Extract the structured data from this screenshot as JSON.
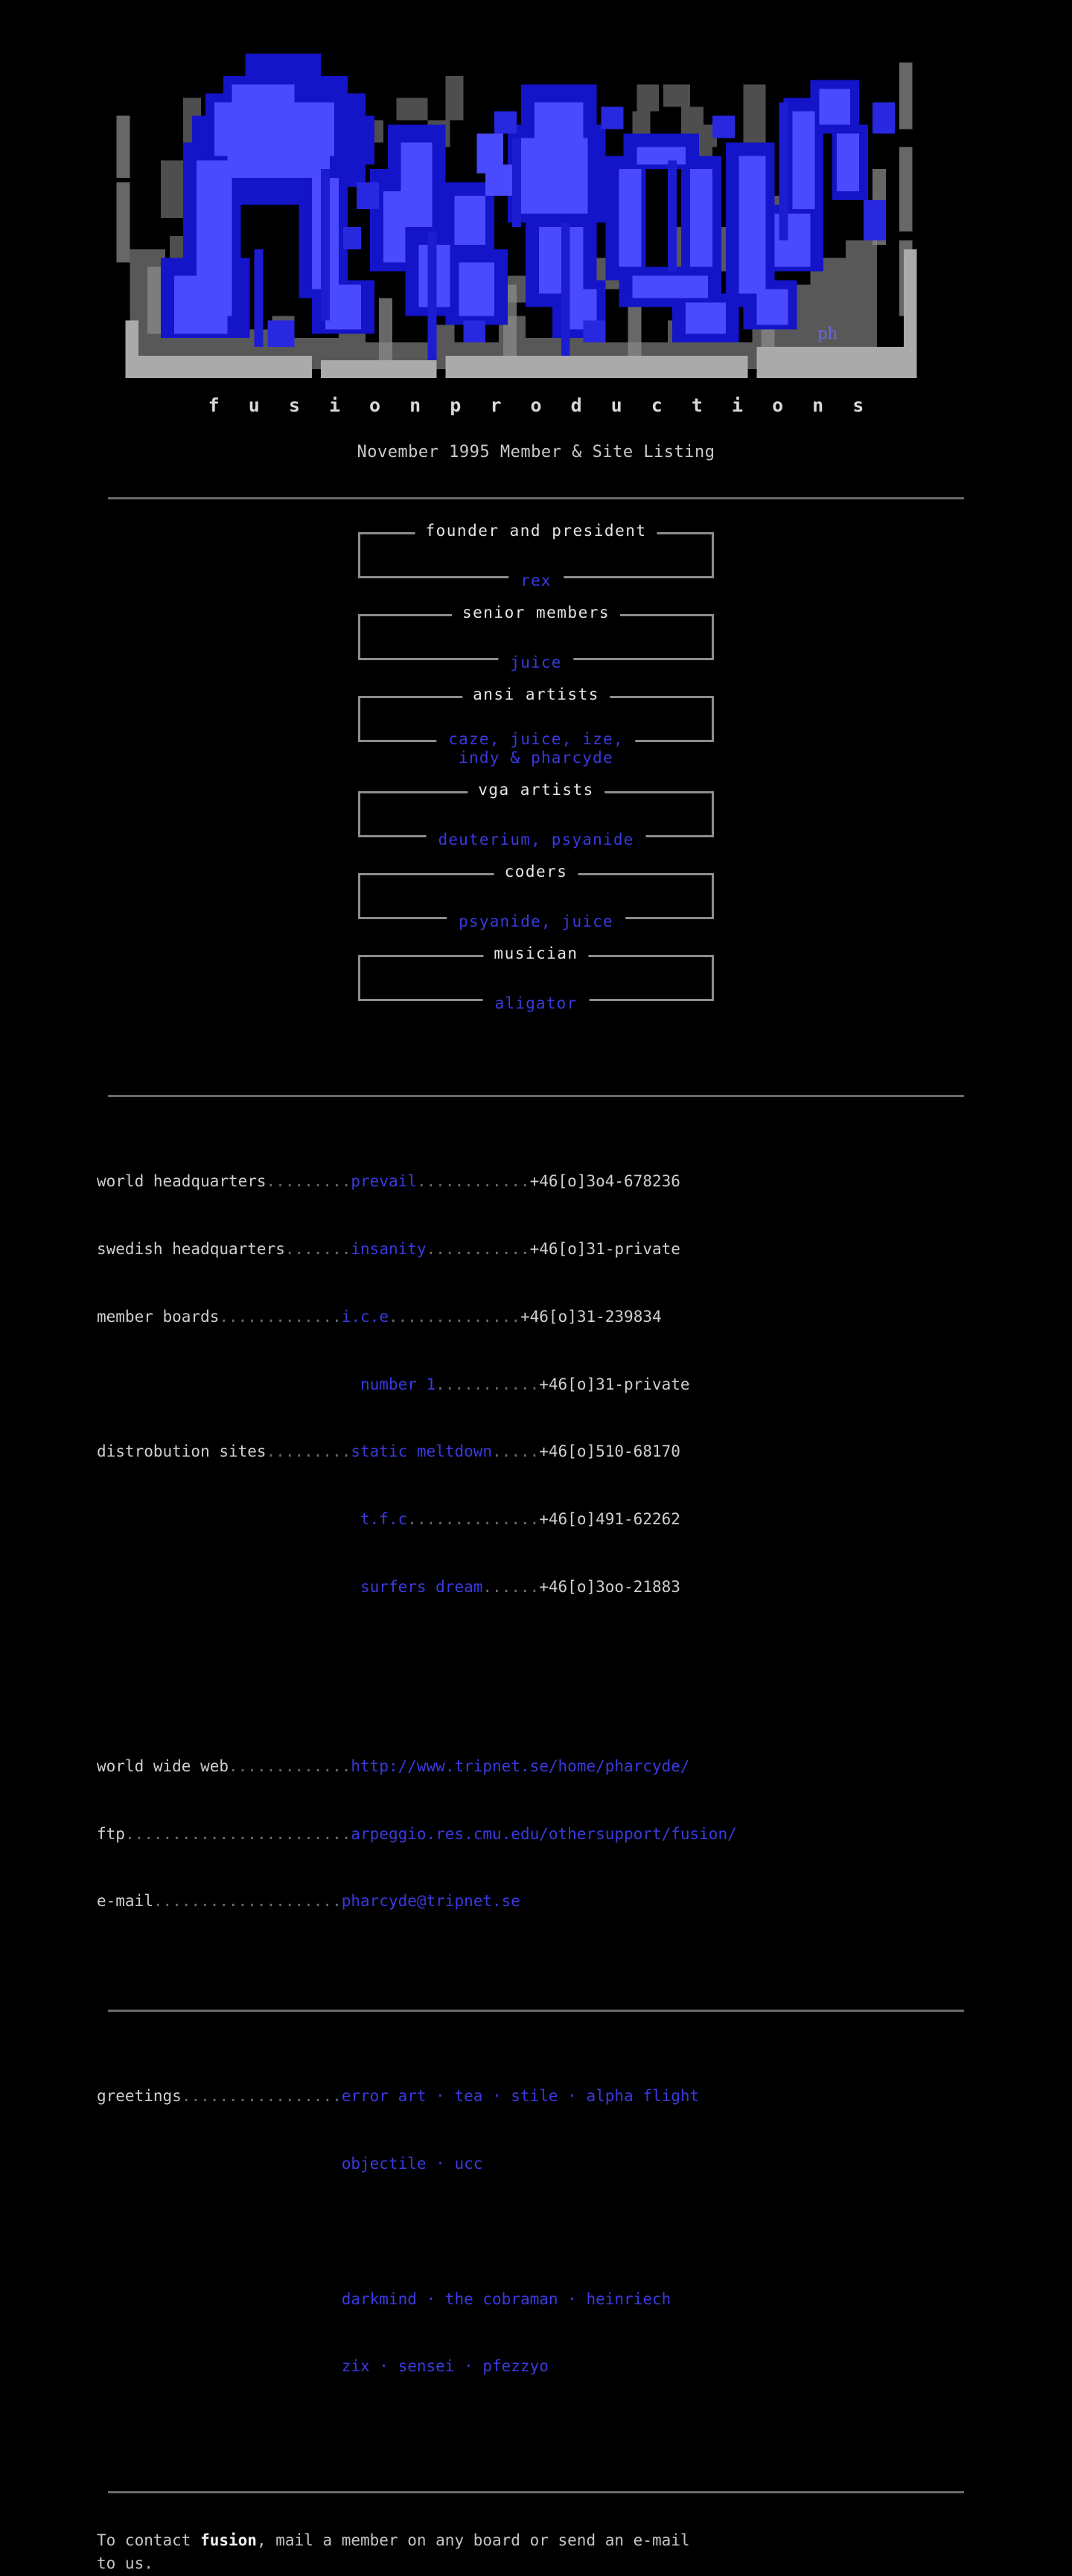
{
  "site": {
    "brand": "f u s i o n   p r o d u c t i o n s",
    "subtitle": "November 1995 Member & Site Listing",
    "logo_signature": "ph",
    "logo_alt": "fusion ansi graffiti logo",
    "colors": {
      "background": "#000000",
      "text": "#c9c9c9",
      "accent_blue": "#3a3ae0",
      "logo_blue_light": "#4a4aff",
      "logo_blue_dark": "#1414c8",
      "gray_mid": "#5a5a5a",
      "gray_light": "#b0b0b0",
      "rule": "#6b6b6b"
    }
  },
  "members": [
    {
      "title": "founder and president",
      "names": "rex",
      "names2": ""
    },
    {
      "title": "senior members",
      "names": "juice",
      "names2": ""
    },
    {
      "title": "ansi artists",
      "names": "caze, juice, ize,",
      "names2": "indy & pharcyde"
    },
    {
      "title": "vga artists",
      "names": "deuterium, psyanide",
      "names2": ""
    },
    {
      "title": "coders",
      "names": "psyanide, juice",
      "names2": ""
    },
    {
      "title": "musician",
      "names": "aligator",
      "names2": ""
    }
  ],
  "boards": [
    {
      "label": "world headquarters",
      "dots1": ".........",
      "name": "prevail",
      "dots2": "............",
      "number": "+46[o]3o4-678236"
    },
    {
      "label": "swedish headquarters",
      "dots1": ".......",
      "name": "insanity",
      "dots2": "...........",
      "number": "+46[o]31-private"
    },
    {
      "label": "member boards",
      "dots1": ".............",
      "name": "i.c.e",
      "dots2": "..............",
      "number": "+46[o]31-239834"
    },
    {
      "label": "",
      "dots1": "",
      "name": "number 1",
      "dots2": "...........",
      "number": "+46[o]31-private"
    },
    {
      "label": "distrobution sites",
      "dots1": ".........",
      "name": "static meltdown",
      "dots2": ".....",
      "number": "+46[o]510-68170"
    },
    {
      "label": "",
      "dots1": "",
      "name": "t.f.c",
      "dots2": "..............",
      "number": "+46[o]491-62262"
    },
    {
      "label": "",
      "dots1": "",
      "name": "surfers dream",
      "dots2": "......",
      "number": "+46[o]3oo-21883"
    }
  ],
  "internet": [
    {
      "label": "world wide web",
      "dots": ".............",
      "value": "http://www.tripnet.se/home/pharcyde/"
    },
    {
      "label": "ftp",
      "dots": "........................",
      "value": "arpeggio.res.cmu.edu/othersupport/fusion/"
    },
    {
      "label": "e-mail",
      "dots": "....................",
      "value": "pharcyde@tripnet.se"
    }
  ],
  "greetings": {
    "label": "greetings",
    "dots": ".................",
    "lines": [
      "error art · tea · stile · alpha flight",
      "objectile · ucc",
      "",
      "darkmind · the cobraman · heinriech",
      "zix · sensei · pfezzyo"
    ]
  },
  "footer": {
    "line1_a": "To contact ",
    "line1_b": "fusion",
    "line1_c": ", mail a member on any board or send an e-mail",
    "line2": "to us."
  }
}
